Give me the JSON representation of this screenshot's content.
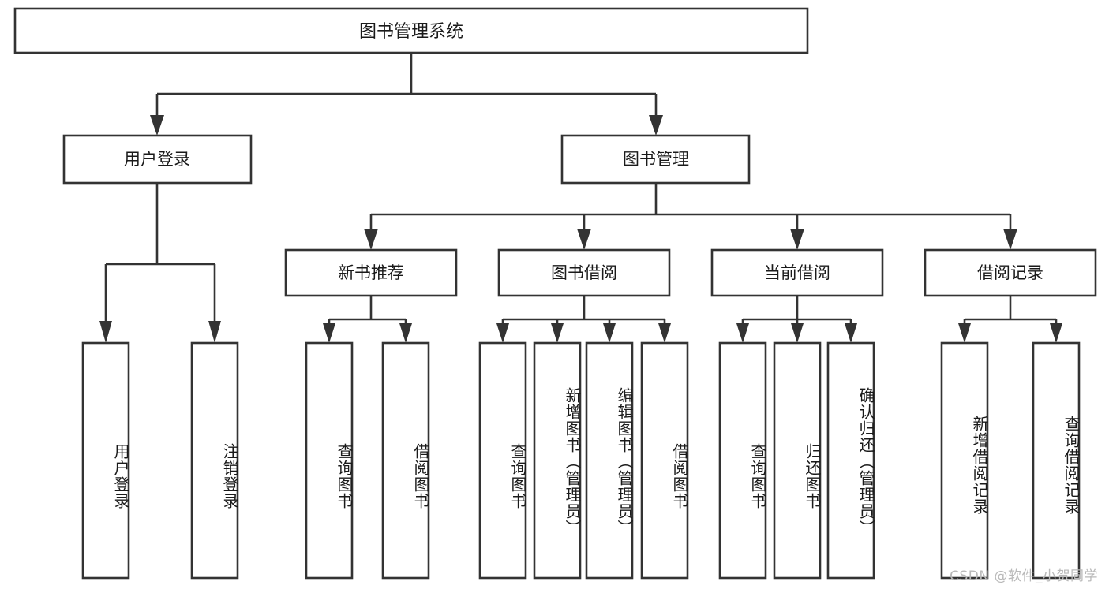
{
  "diagram": {
    "kind": "hierarchy-tree",
    "title_node": {
      "id": "root",
      "label": "图书管理系统"
    },
    "level1": [
      {
        "id": "login",
        "label": "用户登录"
      },
      {
        "id": "bookmgmt",
        "label": "图书管理"
      }
    ],
    "level2": [
      {
        "id": "newbook",
        "label": "新书推荐",
        "parent": "bookmgmt"
      },
      {
        "id": "borrow",
        "label": "图书借阅",
        "parent": "bookmgmt"
      },
      {
        "id": "current",
        "label": "当前借阅",
        "parent": "bookmgmt"
      },
      {
        "id": "records",
        "label": "借阅记录",
        "parent": "bookmgmt"
      }
    ],
    "leaves": {
      "login": [
        "用户登录",
        "注销登录"
      ],
      "newbook": [
        "查询图书",
        "借阅图书"
      ],
      "borrow": [
        "查询图书",
        "新增图书（管理员）",
        "编辑图书（管理员）",
        "借阅图书"
      ],
      "current": [
        "查询图书",
        "归还图书",
        "确认归还（管理员）"
      ],
      "records": [
        "新增借阅记录",
        "查询借阅记录"
      ]
    }
  },
  "watermark": {
    "text": "CSDN @软件_小贺同学"
  },
  "colors": {
    "stroke": "#333333",
    "box_fill": "#ffffff",
    "text": "#1a1a1a",
    "background": "#ffffff",
    "watermark": "#b9b9b9"
  }
}
